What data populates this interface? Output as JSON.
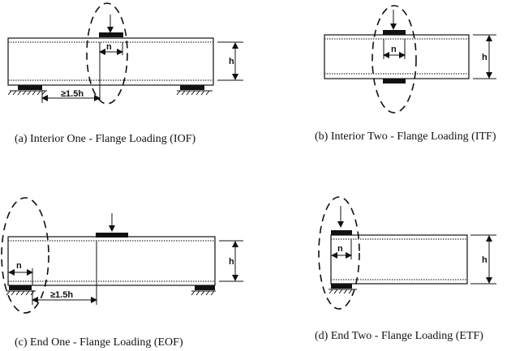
{
  "panels": [
    {
      "caption": "(a) Interior One - Flange Loading (IOF)",
      "dims": [
        "n",
        "h",
        "≥1.5h"
      ]
    },
    {
      "caption": "(b) Interior Two - Flange Loading (ITF)",
      "dims": [
        "n",
        "h"
      ]
    },
    {
      "caption": "(c) End One - Flange Loading (EOF)",
      "dims": [
        "n",
        "h",
        "≥1.5h"
      ]
    },
    {
      "caption": "(d) End Two - Flange Loading (ETF)",
      "dims": [
        "n",
        "h"
      ]
    }
  ]
}
